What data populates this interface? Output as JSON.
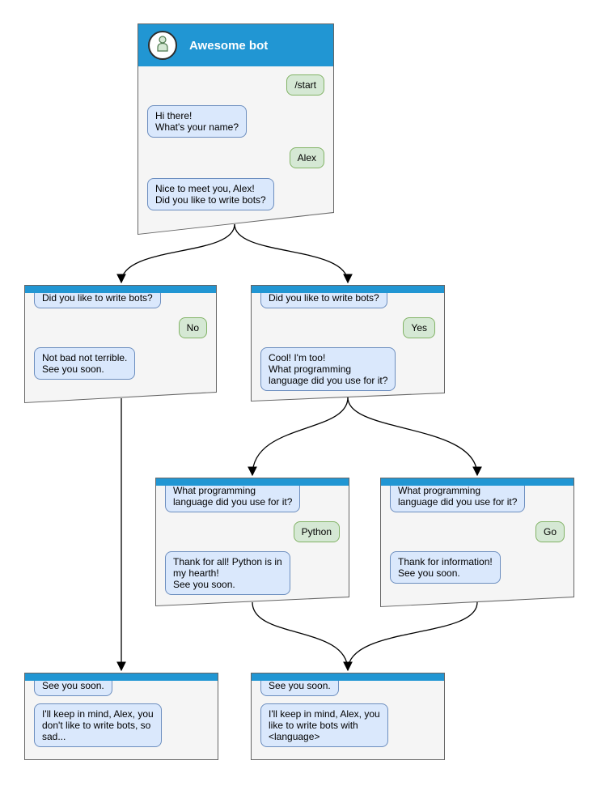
{
  "colors": {
    "header_blue": "#2196d3",
    "window_bg": "#f5f5f5",
    "window_border": "#666666",
    "bot_bubble_bg": "#dae8fc",
    "bot_bubble_border": "#6c8ebf",
    "user_bubble_bg": "#d5e8d4",
    "user_bubble_border": "#82b366",
    "connector": "#000000"
  },
  "main": {
    "title": "Awesome bot",
    "avatar_icon": "person-icon",
    "messages": [
      {
        "from": "user",
        "text": "/start"
      },
      {
        "from": "bot",
        "text": "Hi there!\nWhat's your name?"
      },
      {
        "from": "user",
        "text": "Alex"
      },
      {
        "from": "bot",
        "text": "Nice to meet you, Alex!\nDid you like to write bots?"
      }
    ]
  },
  "branch_no": {
    "messages": [
      {
        "from": "bot",
        "text": "Did you like to write bots?"
      },
      {
        "from": "user",
        "text": "No"
      },
      {
        "from": "bot",
        "text": "Not bad not terrible.\nSee you soon."
      }
    ]
  },
  "branch_yes": {
    "messages": [
      {
        "from": "bot",
        "text": "Did you like to write bots?"
      },
      {
        "from": "user",
        "text": "Yes"
      },
      {
        "from": "bot",
        "text": "Cool! I'm too!\nWhat programming\nlanguage did you use for it?"
      }
    ]
  },
  "branch_python": {
    "messages": [
      {
        "from": "bot",
        "text": "What programming\nlanguage did you use for it?"
      },
      {
        "from": "user",
        "text": "Python"
      },
      {
        "from": "bot",
        "text": "Thank for all! Python is in\nmy hearth!\nSee you soon."
      }
    ]
  },
  "branch_go": {
    "messages": [
      {
        "from": "bot",
        "text": "What programming\nlanguage did you use for it?"
      },
      {
        "from": "user",
        "text": "Go"
      },
      {
        "from": "bot",
        "text": "Thank for information!\nSee you soon."
      }
    ]
  },
  "end_no": {
    "messages": [
      {
        "from": "bot",
        "text": "See you soon."
      },
      {
        "from": "bot",
        "text": "I'll keep in mind, Alex, you\ndon't like to write bots, so\nsad..."
      }
    ]
  },
  "end_with_language": {
    "messages": [
      {
        "from": "bot",
        "text": "See you soon."
      },
      {
        "from": "bot",
        "text": "I'll keep in mind, Alex, you\nlike to write bots with\n<language>"
      }
    ]
  }
}
